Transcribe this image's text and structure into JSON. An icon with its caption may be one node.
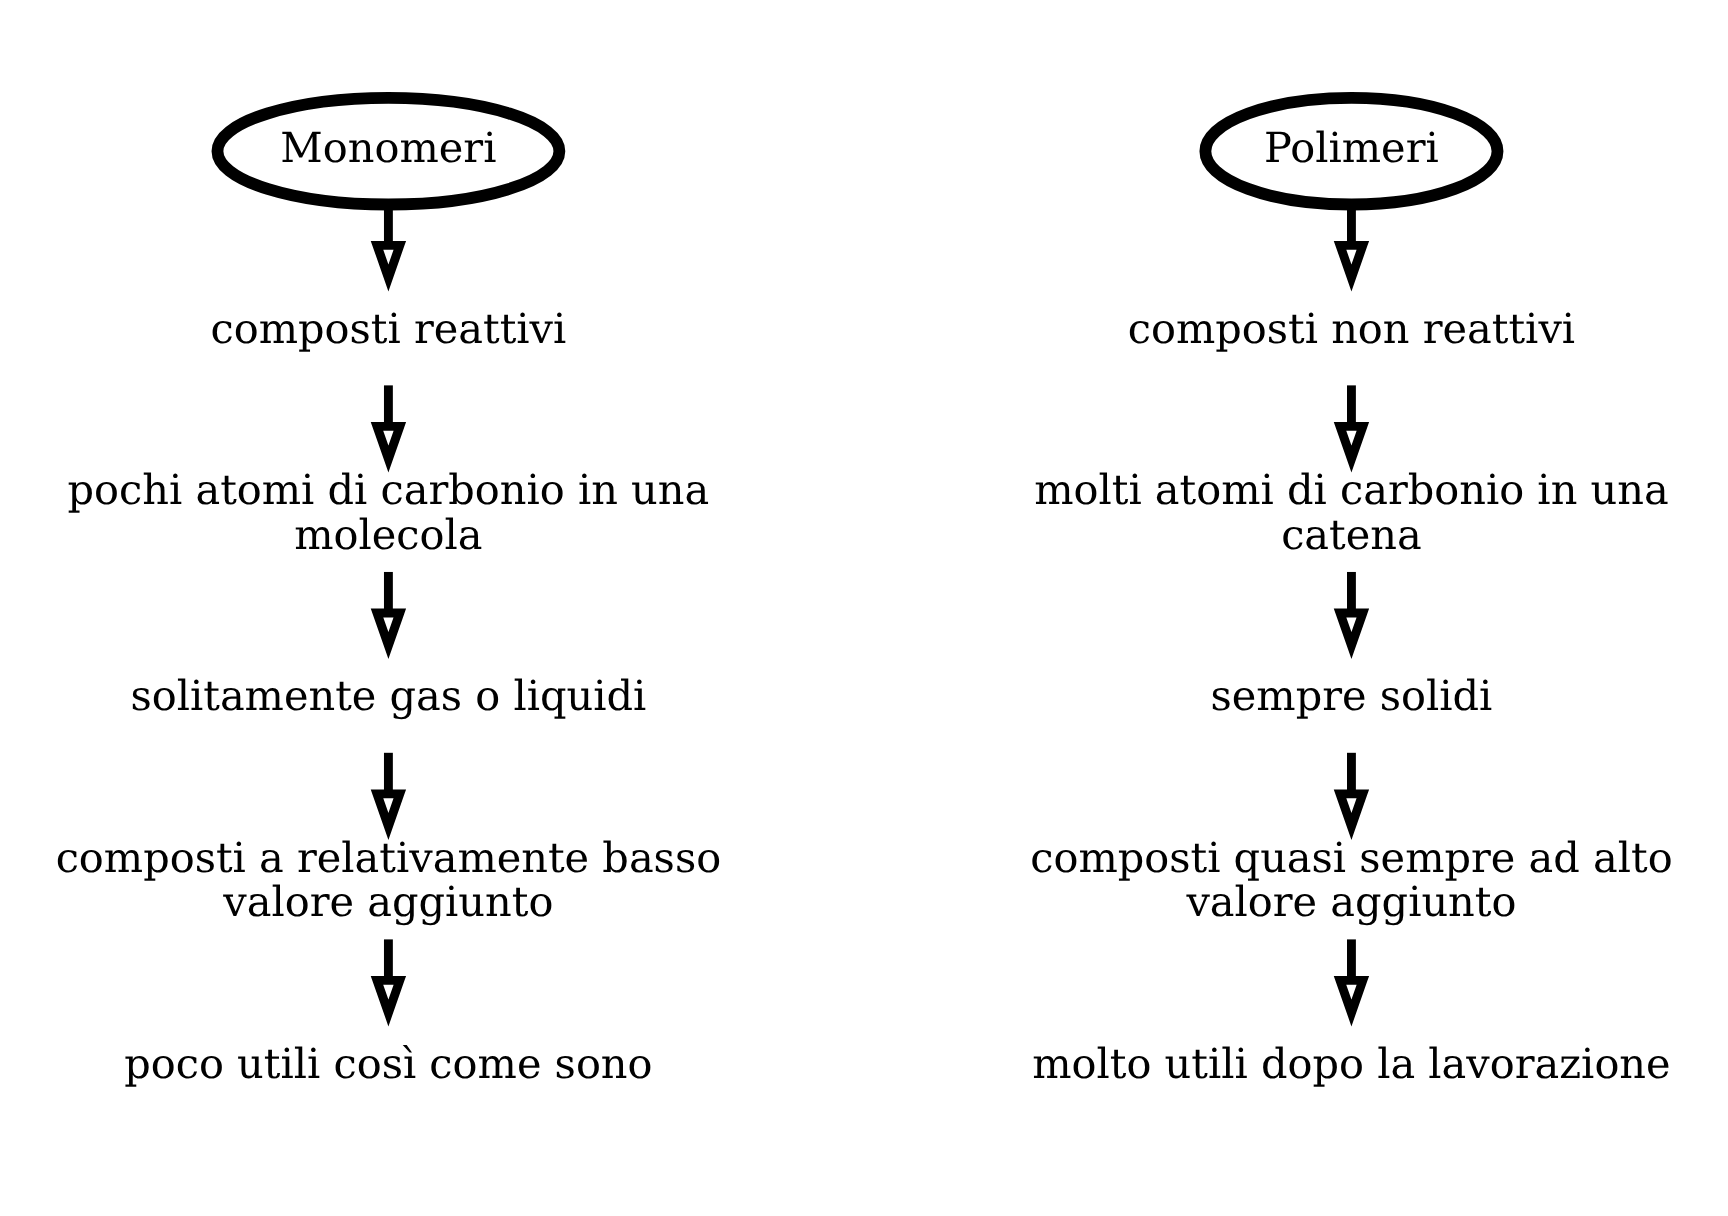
{
  "diagram": {
    "nodes": [
      {
        "text": [
          "Monomeri"
        ]
      },
      {
        "text": [
          "composti reattivi"
        ]
      },
      {
        "text": [
          "pochi atomi di carbonio in una molecola"
        ]
      },
      {
        "text": [
          "solitamente gas o liquidi"
        ]
      },
      {
        "text": [
          "composti a relativamente basso valore aggiunto"
        ]
      },
      {
        "text": [
          "poco utili così come sono"
        ]
      },
      {
        "text": [
          "Polimeri"
        ]
      },
      {
        "text": [
          "composti non reattivi"
        ]
      },
      {
        "text": [
          "molti atomi di carbonio in una catena"
        ]
      },
      {
        "text": [
          "sempre solidi"
        ]
      },
      {
        "text": [
          "composti quasi sempre ad alto valore aggiunto"
        ]
      },
      {
        "text": [
          "molto utili dopo la lavorazione"
        ]
      }
    ],
    "edges": [
      {
        "from": 0,
        "to": 1,
        "arrow": "to"
      },
      {
        "from": 1,
        "to": 2,
        "arrow": "to"
      },
      {
        "from": 2,
        "to": 3,
        "arrow": "to"
      },
      {
        "from": 3,
        "to": 4,
        "arrow": "to"
      },
      {
        "from": 4,
        "to": 5,
        "arrow": "to"
      },
      {
        "from": 6,
        "to": 7,
        "arrow": "to"
      },
      {
        "from": 7,
        "to": 8,
        "arrow": "to"
      },
      {
        "from": 8,
        "to": 9,
        "arrow": "to"
      },
      {
        "from": 9,
        "to": 10,
        "arrow": "to"
      },
      {
        "from": 10,
        "to": 11,
        "arrow": "to"
      }
    ]
  }
}
